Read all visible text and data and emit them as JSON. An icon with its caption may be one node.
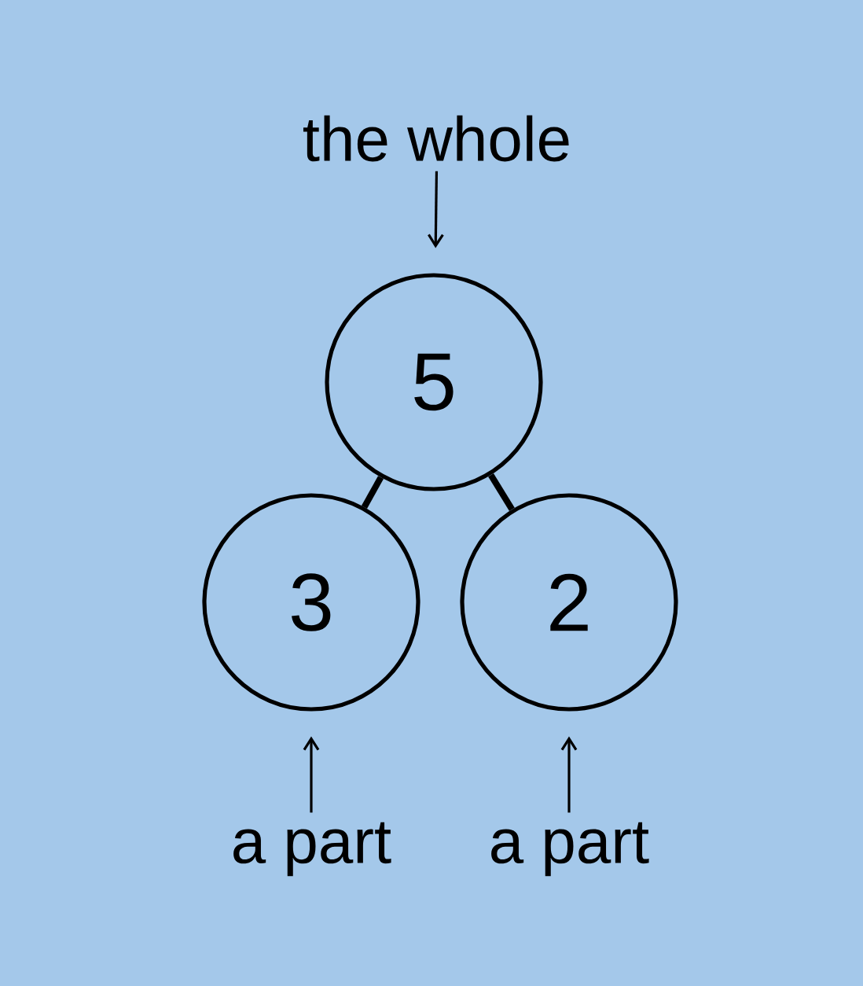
{
  "diagram": {
    "nodes": [
      {
        "text": [
          "the whole"
        ]
      },
      {
        "text": [
          "5"
        ]
      },
      {
        "text": [
          "3"
        ]
      },
      {
        "text": [
          "2"
        ]
      },
      {
        "text": [
          "a part"
        ]
      },
      {
        "text": [
          "a part"
        ]
      }
    ],
    "edges": [
      {
        "from": 0,
        "to": 1,
        "arrow": "to"
      },
      {
        "from": 1,
        "to": 2,
        "arrow": "none",
        "style": "thick"
      },
      {
        "from": 1,
        "to": 3,
        "arrow": "none",
        "style": "thick"
      },
      {
        "from": 4,
        "to": 2,
        "arrow": "to"
      },
      {
        "from": 5,
        "to": 3,
        "arrow": "to"
      }
    ]
  }
}
